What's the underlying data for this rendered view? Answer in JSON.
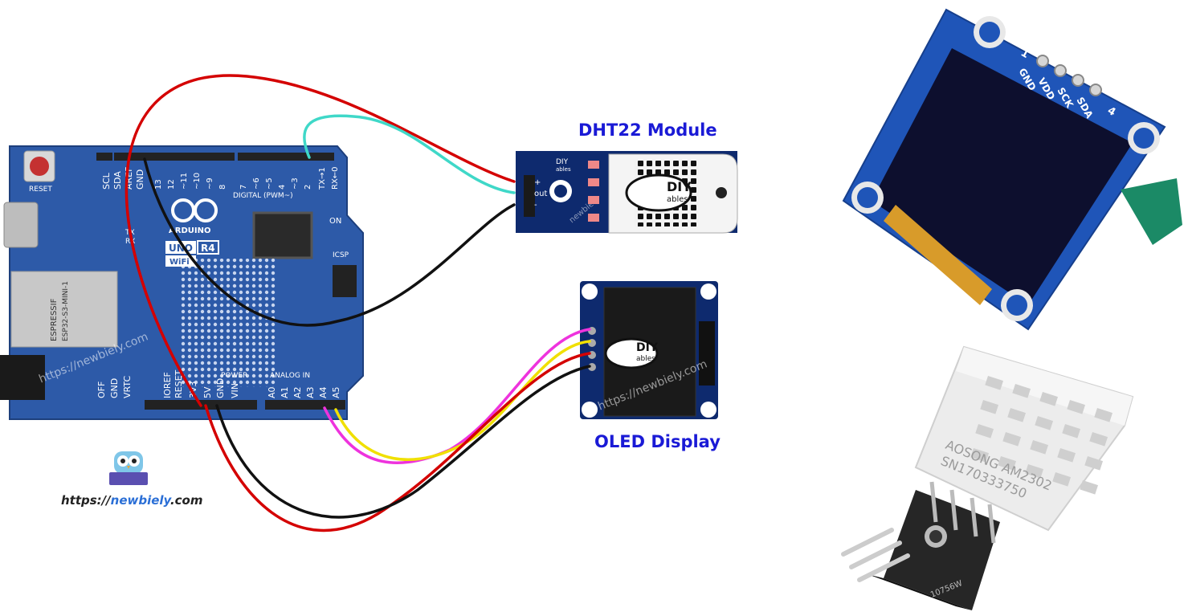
{
  "labels": {
    "dht22_title": "DHT22 Module",
    "oled_title": "OLED Display"
  },
  "website": {
    "prefix": "https://",
    "name": "newbiely",
    "suffix": ".com",
    "watermark": "https://newbiely.com"
  },
  "arduino": {
    "brand": "ARDUINO",
    "model": "UNO",
    "rev": "R4",
    "variant": "WiFi",
    "module_vendor": "ESPRESSIF",
    "module_name": "ESP32-S3-MINI-1",
    "reset": "RESET",
    "on": "ON",
    "icsp": "ICSP",
    "digital_header": "DIGITAL (PWM~)",
    "power_header": "POWER",
    "analog_header": "ANALOG IN",
    "tx": "TX",
    "rx": "RX",
    "top_pins": [
      "SCL",
      "SDA",
      "AREF",
      "GND",
      "13",
      "12",
      "~11",
      "~10",
      "~9",
      "8",
      "7",
      "~6",
      "~5",
      "4",
      "~3",
      "2",
      "TX→1",
      "RX←0"
    ],
    "power_pins": [
      "OFF",
      "GND",
      "VRTC",
      "IOREF",
      "RESET",
      "3V3",
      "5V",
      "GND",
      "VIN"
    ],
    "analog_pins": [
      "A0",
      "A1",
      "A2",
      "A3",
      "A4",
      "A5"
    ]
  },
  "dht_module": {
    "brand_top": "DIY",
    "brand_bottom": "ables",
    "plus": "+",
    "out": "out",
    "minus": "-",
    "watermark": "newbiely"
  },
  "oled_module": {
    "brand_top": "DIY",
    "brand_bottom": "ables"
  },
  "photo_oled": {
    "pin_numbers": [
      "1",
      "4"
    ],
    "pin_names": [
      "GND",
      "VDD",
      "SCK",
      "SDA"
    ]
  },
  "photo_dht": {
    "brand": "AOSONG AM2302",
    "serial": "SN170333750",
    "board_code": "10756W"
  },
  "wire_colors": {
    "vcc": "#d40000",
    "gnd": "#111111",
    "data": "#3fd8c8",
    "sda": "#ee33dd",
    "scl": "#f0e000"
  }
}
